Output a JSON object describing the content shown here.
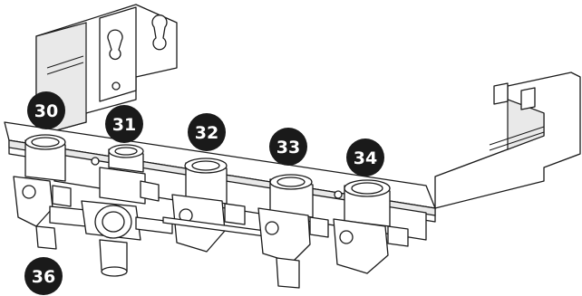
{
  "callouts": [
    {
      "id": "c30",
      "label": "30"
    },
    {
      "id": "c31",
      "label": "31"
    },
    {
      "id": "c32",
      "label": "32"
    },
    {
      "id": "c33",
      "label": "33"
    },
    {
      "id": "c34",
      "label": "34"
    },
    {
      "id": "c36",
      "label": "36"
    }
  ]
}
